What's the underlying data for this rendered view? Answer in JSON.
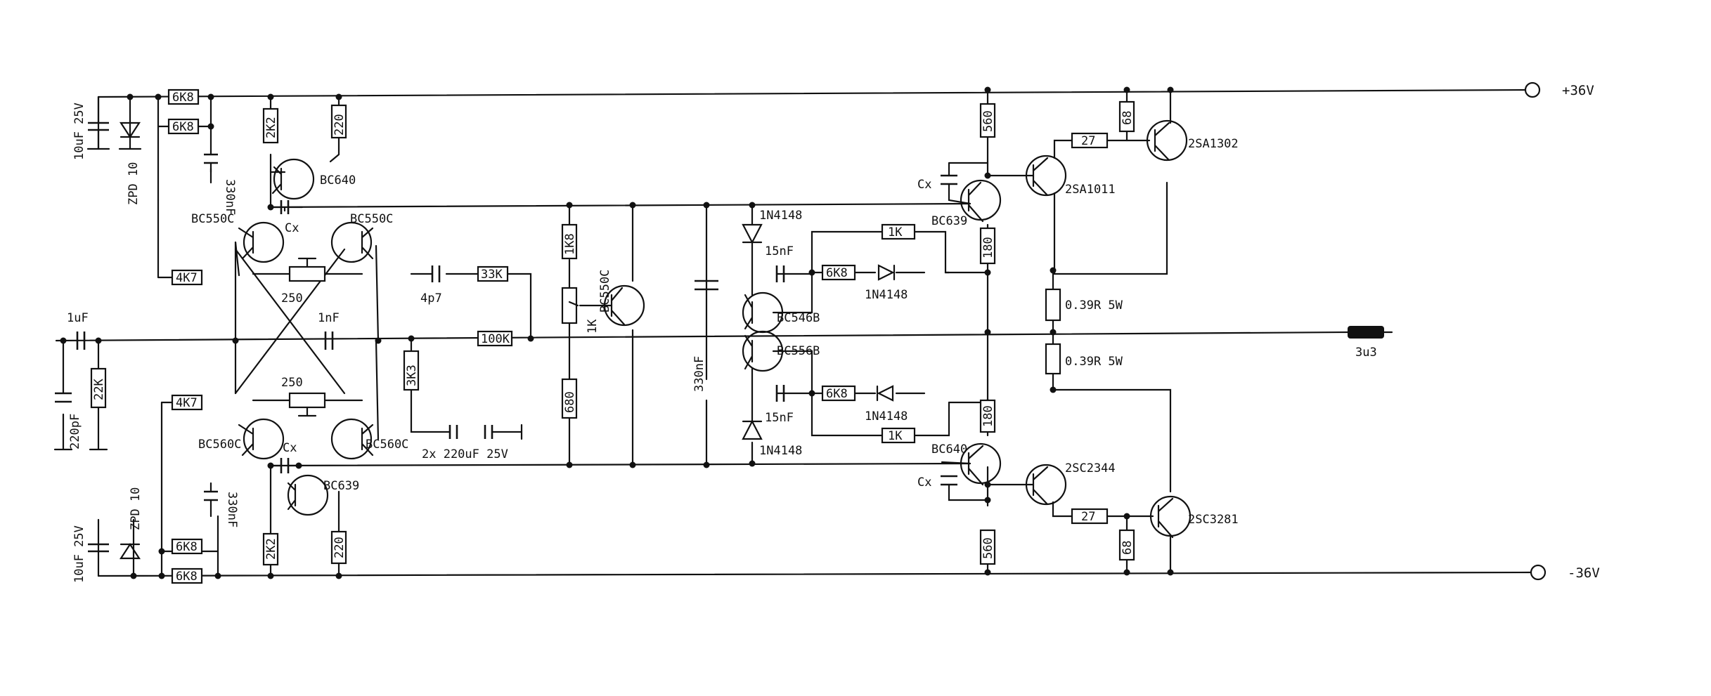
{
  "rails": {
    "positive": "+36V",
    "negative": "-36V"
  },
  "output": {
    "inductor": "3u3"
  },
  "components": {
    "supply_top": {
      "capacitor": "10uF 25V",
      "zener": "ZPD 10",
      "r_series_1": "6K8",
      "r_series_2": "6K8",
      "cap_filter": "330nF"
    },
    "supply_bottom": {
      "capacitor": "10uF 25V",
      "zener": "ZPD 10",
      "r_series_1": "6K8",
      "r_series_2": "6K8",
      "cap_filter": "330nF"
    },
    "input": {
      "coupling_cap": "1uF",
      "filter_cap": "220pF",
      "bias_resistor": "22K",
      "cross_cap": "1nF"
    },
    "diff_top": {
      "q_left": "BC550C",
      "q_right": "BC550C",
      "q_source": "BC640",
      "r_source": "2K2",
      "r_tail": "220",
      "r_base": "4K7",
      "trim": "250",
      "cap_cx": "Cx"
    },
    "diff_bottom": {
      "q_left": "BC560C",
      "q_right": "BC560C",
      "q_source": "BC639",
      "r_source": "2K2",
      "r_tail": "220",
      "r_base": "4K7",
      "trim": "250",
      "cap_cx": "Cx"
    },
    "feedback": {
      "cap_comp": "4p7",
      "r_comp": "33K",
      "r_feedback": "100K",
      "r_gain": "3K3",
      "cap_dc": "2x 220uF 25V"
    },
    "vbe_multiplier": {
      "transistor": "BC550C",
      "r_top": "1K8",
      "pot": "1K",
      "r_bottom": "680",
      "cap_bypass": "330nF"
    },
    "protection": {
      "q_top": "BC546B",
      "q_bottom": "BC556B",
      "diode_1": "1N4148",
      "diode_2": "1N4148",
      "diode_3": "1N4148",
      "diode_4": "1N4148",
      "cap_top": "15nF",
      "cap_bottom": "15nF",
      "r_top_a": "1K",
      "r_top_b": "6K8",
      "r_bottom_a": "1K",
      "r_bottom_b": "6K8"
    },
    "output_top": {
      "q_driver": "BC639",
      "q_pre": "2SA1011",
      "q_out": "2SA1302",
      "r_560": "560",
      "r_180": "180",
      "r_27": "27",
      "r_68": "68",
      "r_emitter": "0.39R 5W",
      "cap_cx": "Cx"
    },
    "output_bottom": {
      "q_driver": "BC640",
      "q_pre": "2SC2344",
      "q_out": "2SC3281",
      "r_560": "560",
      "r_180": "180",
      "r_27": "27",
      "r_68": "68",
      "r_emitter": "0.39R 5W",
      "cap_cx": "Cx"
    }
  }
}
